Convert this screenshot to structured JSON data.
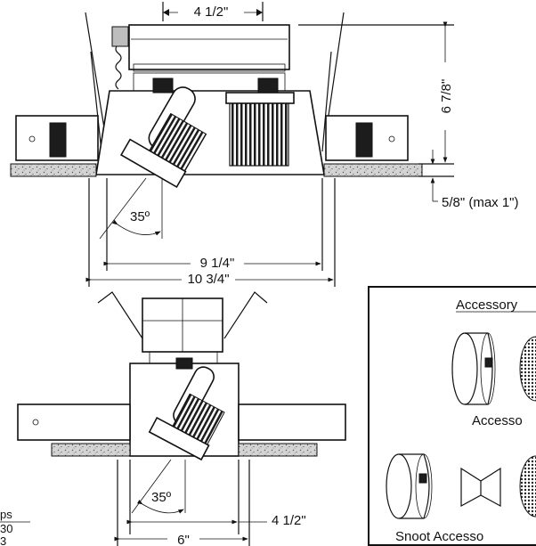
{
  "top_view": {
    "dim_width": "4 1/2\"",
    "dim_height": "6 7/8\"",
    "dim_ceiling": "5/8\" (max 1\")",
    "dim_angle": "35º",
    "dim_aperture": "9 1/4\"",
    "dim_overall": "10 3/4\""
  },
  "bottom_view": {
    "dim_angle": "35º",
    "dim_aperture": "4 1/2\"",
    "dim_overall": "6\""
  },
  "accessory_panel": {
    "title": "Accessory",
    "label_middle": "Accesso",
    "label_bottom": "Snoot Accesso"
  },
  "lamp_table": {
    "header": "ps",
    "row1": "30",
    "row2": "3"
  }
}
